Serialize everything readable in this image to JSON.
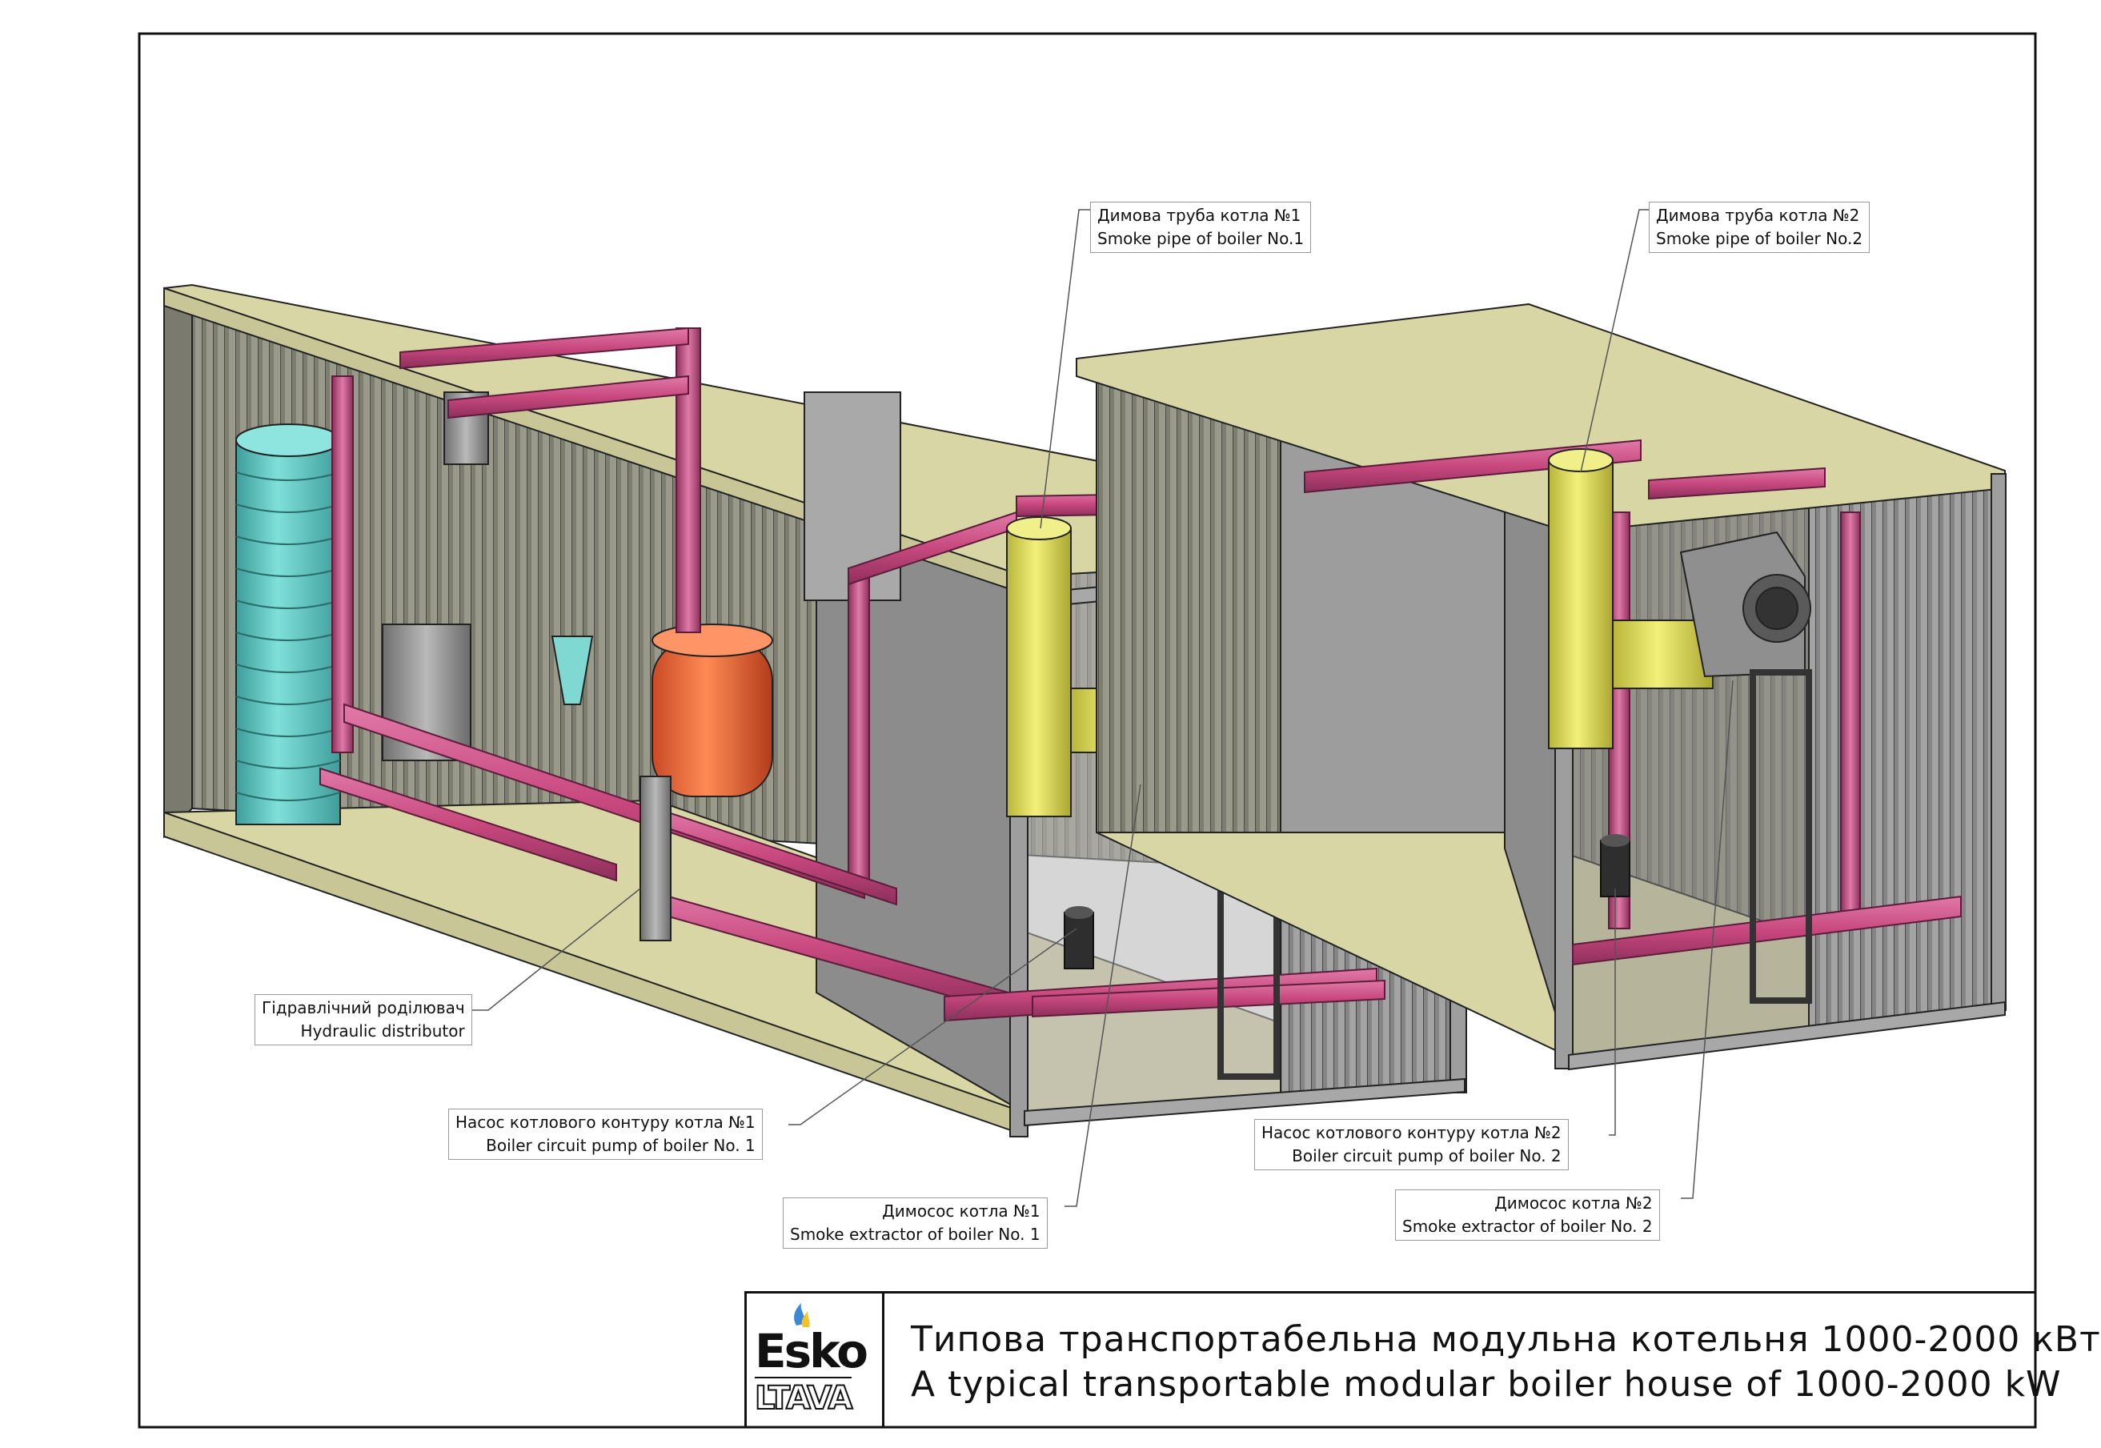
{
  "callouts": {
    "smoke_pipe_1": {
      "ua": "Димова труба котла №1",
      "en": "Smoke pipe of boiler No.1"
    },
    "smoke_pipe_2": {
      "ua": "Димова труба котла №2",
      "en": "Smoke pipe of boiler No.2"
    },
    "hydraulic_distributor": {
      "ua": "Гідравлічний роділювач",
      "en": "Hydraulic distributor"
    },
    "pump_1": {
      "ua": "Насос котлового контуру котла №1",
      "en": "Boiler circuit pump of boiler No. 1"
    },
    "pump_2": {
      "ua": "Насос котлового контуру котла №2",
      "en": "Boiler circuit pump of boiler No. 2"
    },
    "extractor_1": {
      "ua": "Димосос котла №1",
      "en": "Smoke extractor of boiler No. 1"
    },
    "extractor_2": {
      "ua": "Димосос котла №2",
      "en": "Smoke extractor of boiler No. 2"
    }
  },
  "title_block": {
    "title_ua": "Типова транспортабельна модульна котельня 1000-2000 кВт",
    "title_en": "A typical transportable modular boiler house of 1000-2000 kW",
    "logo_top": "Esko",
    "logo_bottom": "LTAVA"
  },
  "colors": {
    "frame": "#d9d6a6",
    "wall_grey": "#8c8c8c",
    "pipe": "#c8487e",
    "tank_teal": "#5fc7c2",
    "expansion_tank": "#ef6a3c",
    "smoke_pipe": "#e3e15c",
    "logo_flame_blue": "#3a8ad6",
    "logo_flame_yellow": "#f2c12e"
  }
}
